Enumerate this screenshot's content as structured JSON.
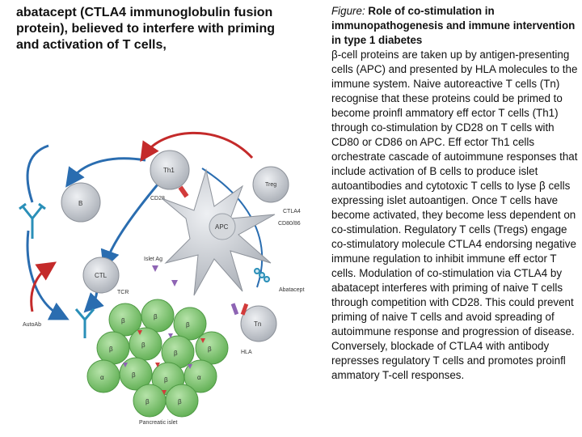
{
  "left_text": "abatacept (CTLA4 immunoglobulin fusion protein), believed to interfere with priming and activation of T cells,",
  "caption": {
    "figure_label": "Figure:",
    "lead": " Role of co-stimulation in immunopathogenesis and immune intervention in type 1 diabetes",
    "body": "β-cell proteins are taken up by antigen-presenting cells (APC) and presented by HLA molecules to the immune system. Naive autoreactive T cells (Tn) recognise that these proteins could be primed to become proinfl ammatory eff ector T cells (Th1) through co-stimulation by CD28 on T cells with CD80 or CD86 on APC. Eff ector Th1 cells orchestrate cascade of autoimmune responses that include activation of B cells to produce islet autoantibodies and cytotoxic T cells to lyse β cells expressing islet autoantigen. Once T cells have become activated, they become less dependent on co-stimulation. Regulatory T cells (Tregs) engage co-stimulatory molecule CTLA4 endorsing negative immune regulation to inhibit immune eff ector T cells. Modulation of co-stimulation via CTLA4 by abatacept interferes with priming of naive T cells through competition with CD28. This could prevent priming of naive T cells and avoid spreading of autoimmune response and progression of disease. Conversely, blockade of CTLA4 with antibody represses regulatory T cells and promotes proinfl ammatory T-cell responses."
  },
  "figure_labels": {
    "th1": "Th1",
    "cd28": "CD28",
    "b_cell": "B",
    "treg": "Treg",
    "ctla4": "CTLA4",
    "cd80_86": "CD80/86",
    "apc": "APC",
    "islet_ag": "Islet Ag",
    "ctl": "CTL",
    "tcr": "TCR",
    "abatacept": "Abatacept",
    "auto_ab": "AutoAb",
    "tn": "Tn",
    "hla": "HLA",
    "beta": "β",
    "alpha": "α",
    "pancreatic_islet": "Pancreatic islet"
  },
  "colors": {
    "cell_grey": "#c9ccd1",
    "apc_grey": "#bcc0c7",
    "islet_green": "#7cc36e",
    "islet_edge": "#4f9a45",
    "arrow_blue": "#2a6db0",
    "arrow_red": "#c42a2a",
    "antibody_teal": "#2a8fb8",
    "antigen_purple": "#8e64b4",
    "red_marker": "#d23b3b"
  }
}
